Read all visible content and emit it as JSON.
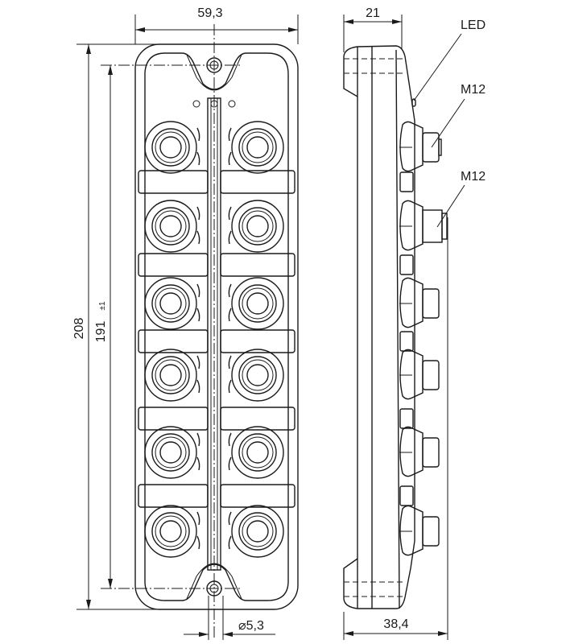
{
  "dimensions": {
    "width_front": "59,3",
    "height_total": "208",
    "hole_spacing": "191",
    "hole_spacing_tolerance": "±1",
    "depth_body": "21",
    "depth_total": "38,4",
    "hole_diameter": "⌀5,3"
  },
  "callouts": {
    "led": "LED",
    "m12_socket": "M12",
    "m12_plug": "M12"
  },
  "ports_per_side": 6
}
